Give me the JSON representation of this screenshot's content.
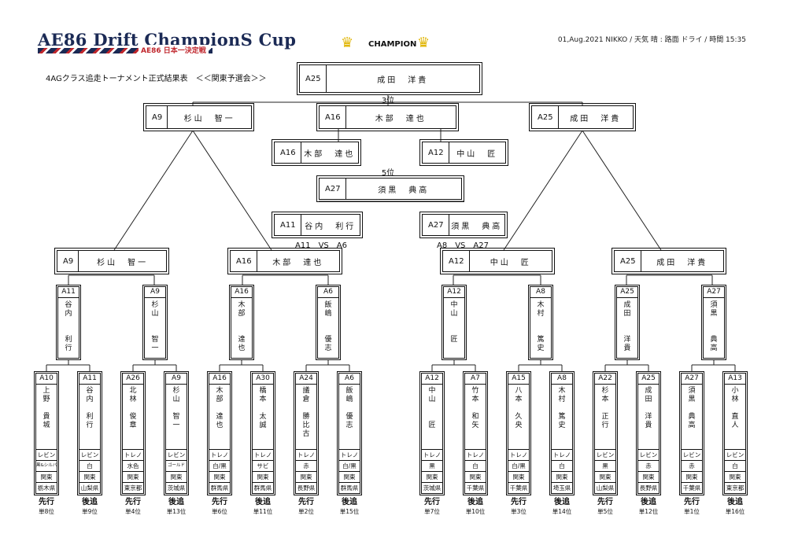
{
  "header": {
    "logo_title": "AE86 Drift ChampionS Cup",
    "logo_subtitle": "AE86 日本一決定戦",
    "event_meta": "01,Aug.2021 NIKKO / 天気 晴 : 路面 ドライ / 時間 15:35",
    "caption": "4AGクラス追走トーナメント正式結果表　＜＜関東予選会＞＞",
    "champion_label": "CHAMPION",
    "third_place_label": "3位",
    "fifth_place_label": "5位"
  },
  "champion": {
    "code": "A25",
    "name": "成田　洋貴"
  },
  "semifinal": {
    "left": {
      "code": "A9",
      "name": "杉山　智一"
    },
    "third_winner": {
      "code": "A16",
      "name": "木部　達也"
    },
    "right": {
      "code": "A25",
      "name": "成田　洋貴"
    }
  },
  "third_place_match": {
    "left": {
      "code": "A16",
      "name": "木部　達也"
    },
    "right": {
      "code": "A12",
      "name": "中山　匠"
    }
  },
  "fifth_place": {
    "code": "A27",
    "name": "須黒　典高"
  },
  "fifth_place_match": {
    "left": {
      "code": "A11",
      "name": "谷内　利行"
    },
    "right": {
      "code": "A27",
      "name": "須黒　典高"
    },
    "vs_left": "A11　VS　A6",
    "vs_right": "A8　VS　A27"
  },
  "quarterfinal": [
    {
      "code": "A9",
      "name": "杉山　智一"
    },
    {
      "code": "A16",
      "name": "木部　達也"
    },
    {
      "code": "A12",
      "name": "中山　匠"
    },
    {
      "code": "A25",
      "name": "成田　洋貴"
    }
  ],
  "round16": [
    {
      "code": "A11",
      "name": "谷\n内\n\n\n利\n行"
    },
    {
      "code": "A9",
      "name": "杉\n山\n\n\n智\n一"
    },
    {
      "code": "A16",
      "name": "木\n部\n\n\n達\n也"
    },
    {
      "code": "A6",
      "name": "飯\n嶋\n\n\n優\n志"
    },
    {
      "code": "A12",
      "name": "中\n山\n\n\n匠"
    },
    {
      "code": "A8",
      "name": "木\n村\n\n\n篤\n史"
    },
    {
      "code": "A25",
      "name": "成\n田\n\n\n洋\n貴"
    },
    {
      "code": "A27",
      "name": "須\n黒\n\n\n典\n高"
    }
  ],
  "entries": [
    {
      "code": "A10",
      "name": "上\n野\n\n貴\n城",
      "car": "レビン",
      "color": "黒&シルバー",
      "region": "関東",
      "pref": "栃木県",
      "order": "先行",
      "rank": "単8位"
    },
    {
      "code": "A11",
      "name": "谷\n内\n\n利\n行",
      "car": "レビン",
      "color": "白",
      "region": "関東",
      "pref": "山梨県",
      "order": "後追",
      "rank": "単9位"
    },
    {
      "code": "A26",
      "name": "北\n林\n\n俊\n章",
      "car": "トレノ",
      "color": "水色",
      "region": "関東",
      "pref": "東京都",
      "order": "先行",
      "rank": "単4位"
    },
    {
      "code": "A9",
      "name": "杉\n山\n\n智\n一",
      "car": "レビン",
      "color": "ゴールド",
      "region": "関東",
      "pref": "茨城県",
      "order": "後追",
      "rank": "単13位"
    },
    {
      "code": "A16",
      "name": "木\n部\n\n達\n也",
      "car": "トレノ",
      "color": "白/黒",
      "region": "関東",
      "pref": "群馬県",
      "order": "先行",
      "rank": "単6位"
    },
    {
      "code": "A30",
      "name": "橋\n本\n\n太\n誠",
      "car": "トレノ",
      "color": "サビ",
      "region": "関東",
      "pref": "群馬県",
      "order": "後追",
      "rank": "単11位"
    },
    {
      "code": "A24",
      "name": "議\n倉\n\n勝\n比\n古",
      "car": "トレノ",
      "color": "赤",
      "region": "関東",
      "pref": "長野県",
      "order": "先行",
      "rank": "単2位"
    },
    {
      "code": "A6",
      "name": "飯\n嶋\n\n優\n志",
      "car": "トレノ",
      "color": "白/黒",
      "region": "関東",
      "pref": "群馬県",
      "order": "後追",
      "rank": "単15位"
    },
    {
      "code": "A12",
      "name": "中\n山\n\n\n匠",
      "car": "トレノ",
      "color": "黒",
      "region": "関東",
      "pref": "茨城県",
      "order": "先行",
      "rank": "単7位"
    },
    {
      "code": "A7",
      "name": "竹\n本\n\n和\n矢",
      "car": "トレノ",
      "color": "白",
      "region": "関東",
      "pref": "千葉県",
      "order": "後追",
      "rank": "単10位"
    },
    {
      "code": "A15",
      "name": "八\n本\n\n久\n央",
      "car": "トレノ",
      "color": "白/黒",
      "region": "関東",
      "pref": "千葉県",
      "order": "先行",
      "rank": "単3位"
    },
    {
      "code": "A8",
      "name": "木\n村\n\n篤\n史",
      "car": "トレノ",
      "color": "白",
      "region": "関東",
      "pref": "埼玉県",
      "order": "後追",
      "rank": "単14位"
    },
    {
      "code": "A22",
      "name": "杉\n本\n\n正\n行",
      "car": "レビン",
      "color": "黒",
      "region": "関東",
      "pref": "山梨県",
      "order": "先行",
      "rank": "単5位"
    },
    {
      "code": "A25",
      "name": "成\n田\n\n洋\n貴",
      "car": "レビン",
      "color": "赤",
      "region": "関東",
      "pref": "長野県",
      "order": "後追",
      "rank": "単12位"
    },
    {
      "code": "A27",
      "name": "須\n黒\n\n典\n高",
      "car": "レビン",
      "color": "赤",
      "region": "関東",
      "pref": "千葉県",
      "order": "先行",
      "rank": "単1位"
    },
    {
      "code": "A13",
      "name": "小\n林\n\n直\n人",
      "car": "レビン",
      "color": "白",
      "region": "関東",
      "pref": "東京都",
      "order": "後追",
      "rank": "単16位"
    }
  ]
}
